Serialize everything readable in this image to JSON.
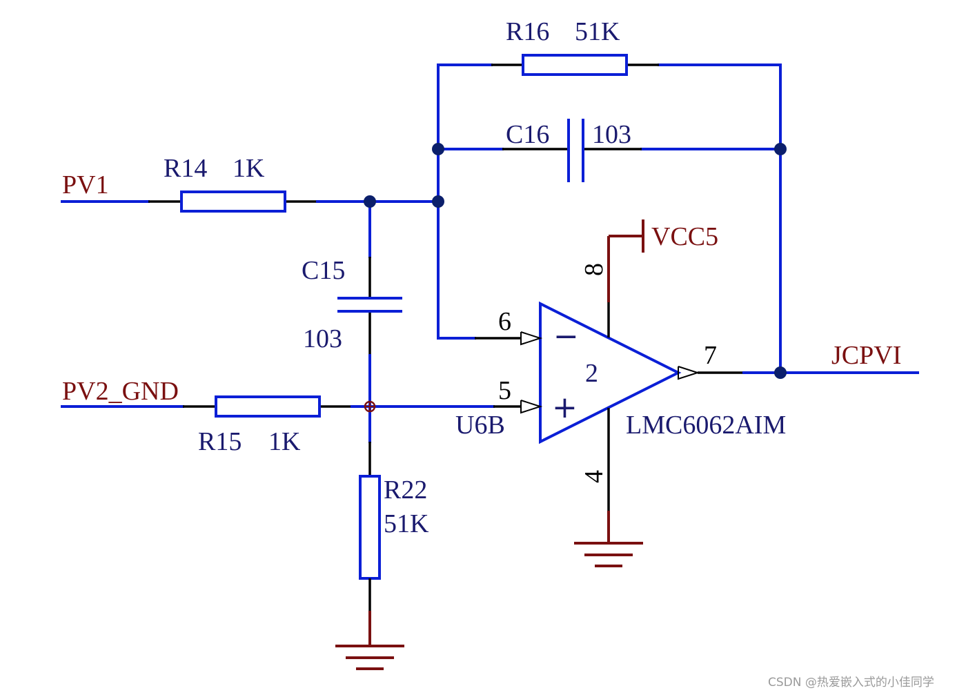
{
  "components": {
    "r16": {
      "ref": "R16",
      "value": "51K"
    },
    "c16": {
      "ref": "C16",
      "value": "103"
    },
    "r14": {
      "ref": "R14",
      "value": "1K"
    },
    "c15": {
      "ref": "C15",
      "value": "103"
    },
    "r15": {
      "ref": "R15",
      "value": "1K"
    },
    "r22": {
      "ref": "R22",
      "value": "51K"
    },
    "u6b": {
      "ref": "U6B",
      "part": "LMC6062AIM",
      "unit": "2",
      "pin_inv": "6",
      "pin_noninv": "5",
      "pin_out": "7",
      "pin_vcc": "8",
      "pin_gnd": "4",
      "sign_inv": "−",
      "sign_noninv": "+"
    }
  },
  "nets": {
    "pv1": "PV1",
    "pv2": "PV2_GND",
    "out": "JCPVI",
    "vcc": "VCC5"
  },
  "watermark": "CSDN @热爱嵌入式的小佳同学"
}
